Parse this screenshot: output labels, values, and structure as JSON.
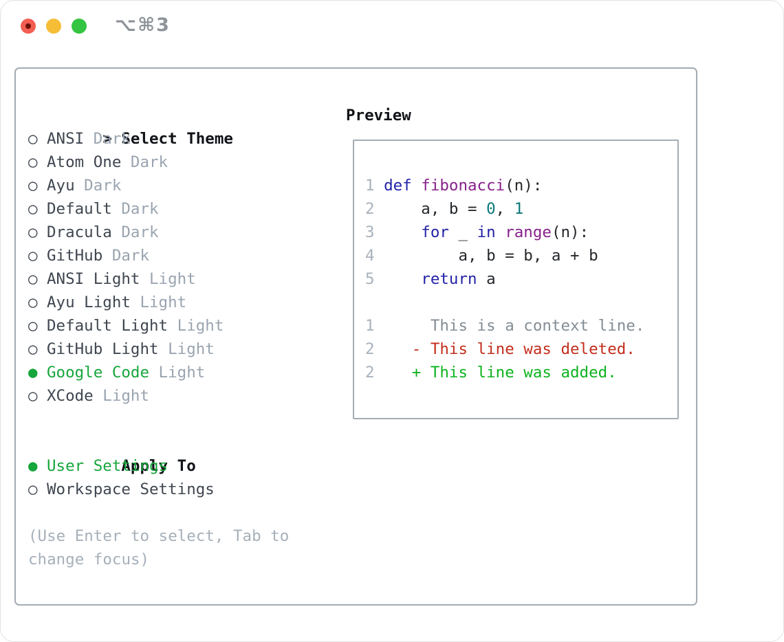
{
  "window": {
    "title": "⌥⌘3",
    "traffic_lights": {
      "close_color": "#f35e52",
      "close_dot_color": "#6b1008",
      "minimize_color": "#f6bd36",
      "zoom_color": "#33c441"
    }
  },
  "theme_panel": {
    "header_prefix": ">",
    "header": "Select Theme",
    "radio_unselected_glyph": "○",
    "radio_selected_glyph": "●",
    "themes": [
      {
        "name": "ANSI",
        "variant": "Dark",
        "selected": false
      },
      {
        "name": "Atom One",
        "variant": "Dark",
        "selected": false
      },
      {
        "name": "Ayu",
        "variant": "Dark",
        "selected": false
      },
      {
        "name": "Default",
        "variant": "Dark",
        "selected": false
      },
      {
        "name": "Dracula",
        "variant": "Dark",
        "selected": false
      },
      {
        "name": "GitHub",
        "variant": "Dark",
        "selected": false
      },
      {
        "name": "ANSI Light",
        "variant": "Light",
        "selected": false
      },
      {
        "name": "Ayu Light",
        "variant": "Light",
        "selected": false
      },
      {
        "name": "Default Light",
        "variant": "Light",
        "selected": false
      },
      {
        "name": "GitHub Light",
        "variant": "Light",
        "selected": false
      },
      {
        "name": "Google Code",
        "variant": "Light",
        "selected": true
      },
      {
        "name": "XCode",
        "variant": "Light",
        "selected": false
      }
    ],
    "apply_to": {
      "header": "Apply To",
      "options": [
        {
          "name": "User Settings",
          "selected": true
        },
        {
          "name": "Workspace Settings",
          "selected": false
        }
      ]
    },
    "help_text": "(Use Enter to select, Tab to change focus)"
  },
  "preview": {
    "header": "Preview",
    "code_lines": [
      {
        "number": "1",
        "segments": [
          {
            "text": "def",
            "type": "keyword"
          },
          {
            "text": " ",
            "type": "plain"
          },
          {
            "text": "fibonacci",
            "type": "function"
          },
          {
            "text": "(n):",
            "type": "plain"
          }
        ]
      },
      {
        "number": "2",
        "segments": [
          {
            "text": "    a, b = ",
            "type": "plain"
          },
          {
            "text": "0",
            "type": "literal"
          },
          {
            "text": ", ",
            "type": "plain"
          },
          {
            "text": "1",
            "type": "literal"
          }
        ]
      },
      {
        "number": "3",
        "segments": [
          {
            "text": "    ",
            "type": "plain"
          },
          {
            "text": "for",
            "type": "keyword"
          },
          {
            "text": " _ ",
            "type": "plain"
          },
          {
            "text": "in",
            "type": "keyword"
          },
          {
            "text": " ",
            "type": "plain"
          },
          {
            "text": "range",
            "type": "function"
          },
          {
            "text": "(n):",
            "type": "plain"
          }
        ]
      },
      {
        "number": "4",
        "segments": [
          {
            "text": "        a, b = b, a + b",
            "type": "plain"
          }
        ]
      },
      {
        "number": "5",
        "segments": [
          {
            "text": "    ",
            "type": "plain"
          },
          {
            "text": "return",
            "type": "keyword"
          },
          {
            "text": " a",
            "type": "plain"
          }
        ]
      }
    ],
    "diff_lines": [
      {
        "number": "1",
        "sign": "",
        "text": "This is a context line.",
        "type": "context"
      },
      {
        "number": "2",
        "sign": "-",
        "text": "This line was deleted.",
        "type": "deleted"
      },
      {
        "number": "2",
        "sign": "+",
        "text": "This line was added.",
        "type": "added"
      }
    ]
  },
  "colors": {
    "selected_green": "#17a63c",
    "syntax_keyword": "#2222a8",
    "syntax_function": "#87218a",
    "syntax_literal": "#0b7878",
    "syntax_plain": "#24272b",
    "line_number": "#a8b2bc",
    "diff_context": "#848d95",
    "diff_deleted": "#c32e1d",
    "diff_added": "#0db31e"
  }
}
